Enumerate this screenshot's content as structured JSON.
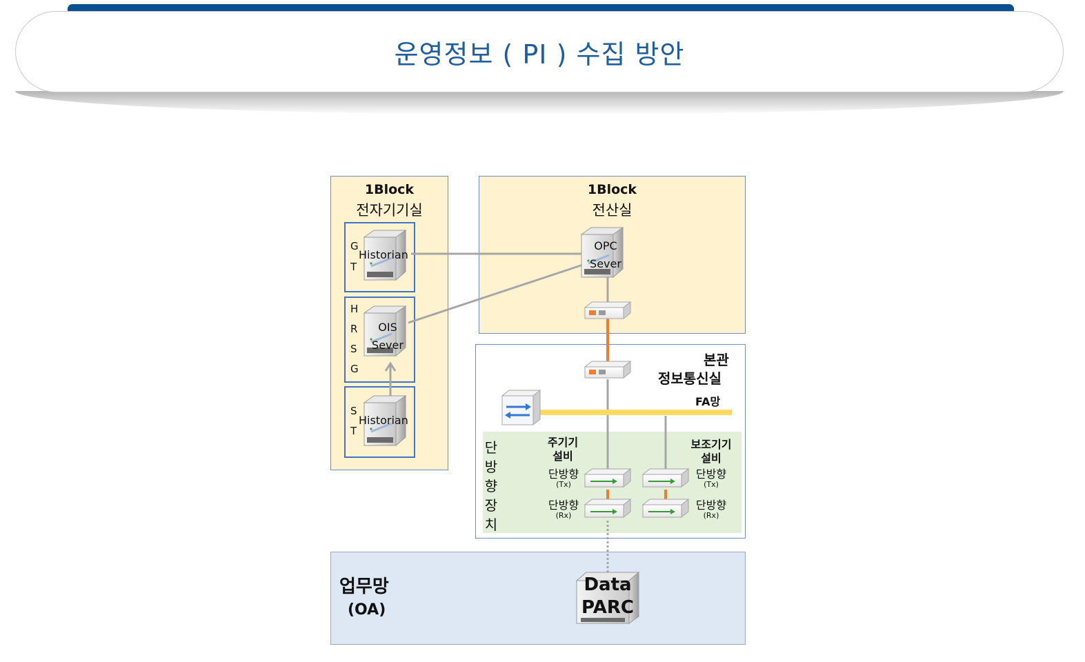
{
  "title": "운영정보 ( PI ) 수집 방안",
  "colors": {
    "accent": "#0b4f93",
    "orange_link": "#ed7d31",
    "fa_bus": "#ffd966",
    "green_arrow": "#3a9a3a"
  },
  "block_elec": {
    "line1": "1Block",
    "line2": "전자기기실",
    "gt_letters": [
      "G",
      "T"
    ],
    "gt_server": "Historian",
    "hrsg_letters": [
      "H",
      "R",
      "S",
      "G"
    ],
    "hrsg_server_l1": "OIS",
    "hrsg_server_l2": "Sever",
    "st_letters": [
      "S",
      "T"
    ],
    "st_server": "Historian"
  },
  "block_comp": {
    "line1": "1Block",
    "line2": "전산실",
    "opc_l1": "OPC",
    "opc_l2": "Sever"
  },
  "hq": {
    "line1": "본관",
    "line2": "정보통신실",
    "fa": "FA망",
    "oneway_vertical": [
      "단",
      "방",
      "향",
      "장",
      "치"
    ],
    "main_l1": "주기기",
    "main_l2": "설비",
    "aux_l1": "보조기기",
    "aux_l2": "설비",
    "tx_label": "단방향",
    "tx_sub": "(Tx)",
    "rx_label": "단방향",
    "rx_sub": "(Rx)"
  },
  "oa": {
    "line1": "업무망",
    "line2": "(OA)",
    "server_l1": "Data",
    "server_l2": "PARC"
  }
}
